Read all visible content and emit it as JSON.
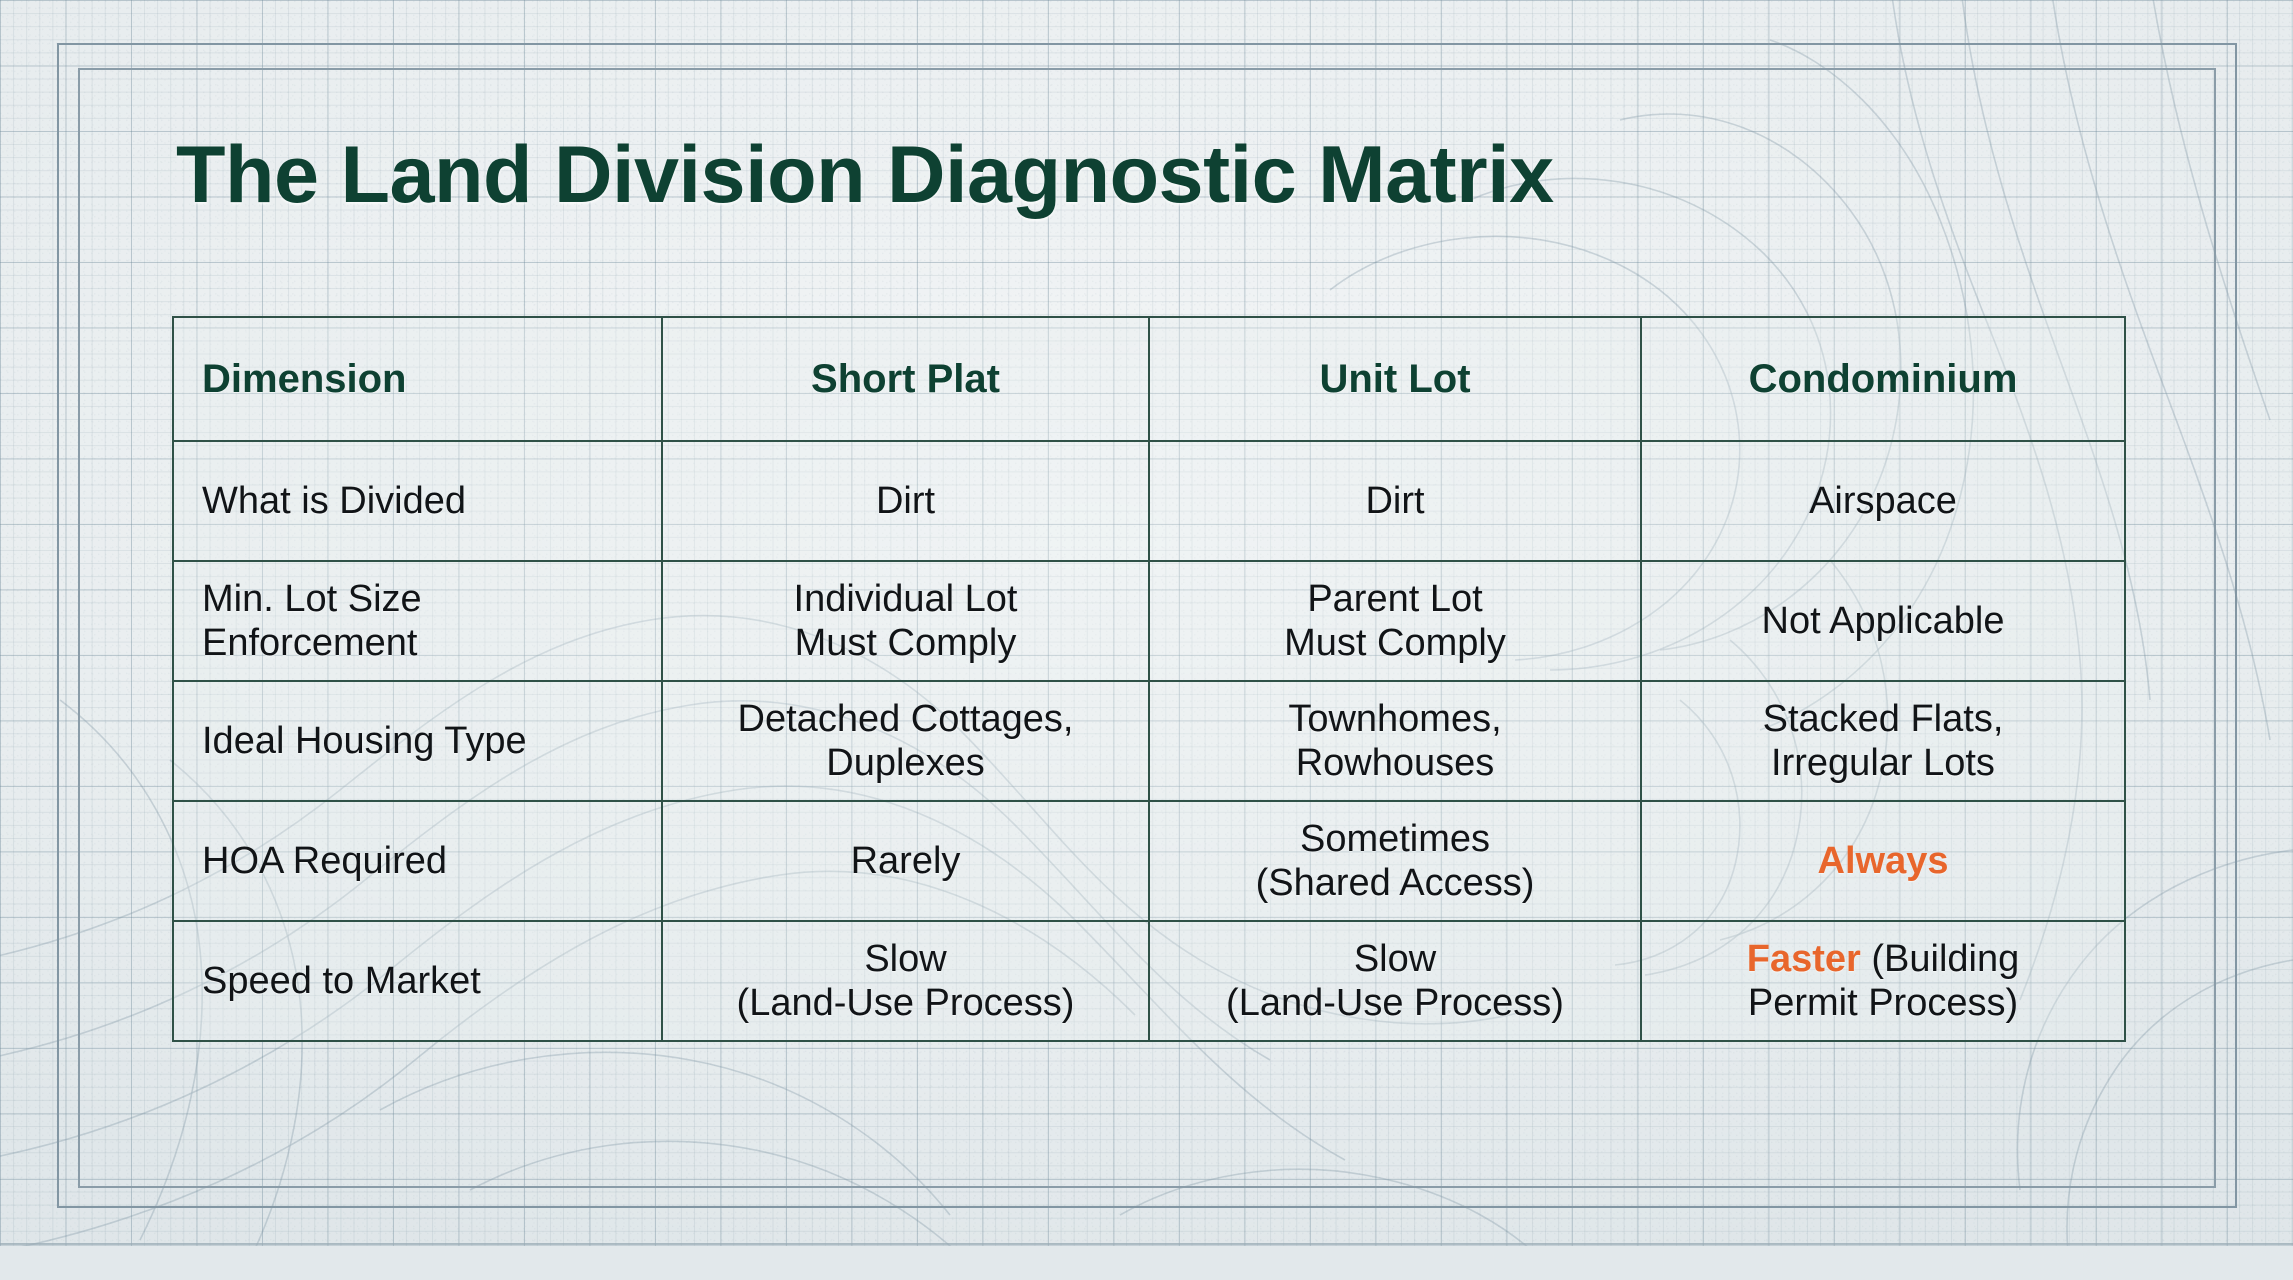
{
  "slide": {
    "title": "The Land Division Diagnostic Matrix",
    "accent_green": "#0e4132",
    "accent_orange": "#e8662c",
    "background": "#e5eaed",
    "border_color": "#2f5147"
  },
  "matrix": {
    "headers": [
      "Dimension",
      "Short Plat",
      "Unit Lot",
      "Condominium"
    ],
    "rows": [
      {
        "label": "What is Divided",
        "short_plat": {
          "lines": [
            "Dirt"
          ]
        },
        "unit_lot": {
          "lines": [
            "Dirt"
          ]
        },
        "condominium": {
          "lines": [
            "Airspace"
          ]
        }
      },
      {
        "label_lines": [
          "Min. Lot Size",
          "Enforcement"
        ],
        "label": "Min. Lot Size Enforcement",
        "short_plat": {
          "lines": [
            "Individual Lot",
            "Must Comply"
          ]
        },
        "unit_lot": {
          "lines": [
            "Parent Lot",
            "Must Comply"
          ]
        },
        "condominium": {
          "lines": [
            "Not Applicable"
          ]
        }
      },
      {
        "label": "Ideal Housing Type",
        "short_plat": {
          "lines": [
            "Detached Cottages,",
            "Duplexes"
          ]
        },
        "unit_lot": {
          "lines": [
            "Townhomes,",
            "Rowhouses"
          ]
        },
        "condominium": {
          "lines": [
            "Stacked Flats,",
            "Irregular Lots"
          ]
        }
      },
      {
        "label": "HOA Required",
        "short_plat": {
          "lines": [
            "Rarely"
          ]
        },
        "unit_lot": {
          "lines": [
            "Sometimes",
            "(Shared Access)"
          ]
        },
        "condominium": {
          "lines": [
            "Always"
          ],
          "highlight": "Always"
        }
      },
      {
        "label": "Speed to Market",
        "short_plat": {
          "lines": [
            "Slow",
            "(Land-Use Process)"
          ]
        },
        "unit_lot": {
          "lines": [
            "Slow",
            "(Land-Use Process)"
          ]
        },
        "condominium": {
          "lines": [
            "Faster (Building",
            "Permit Process)"
          ],
          "highlight": "Faster"
        }
      }
    ]
  }
}
